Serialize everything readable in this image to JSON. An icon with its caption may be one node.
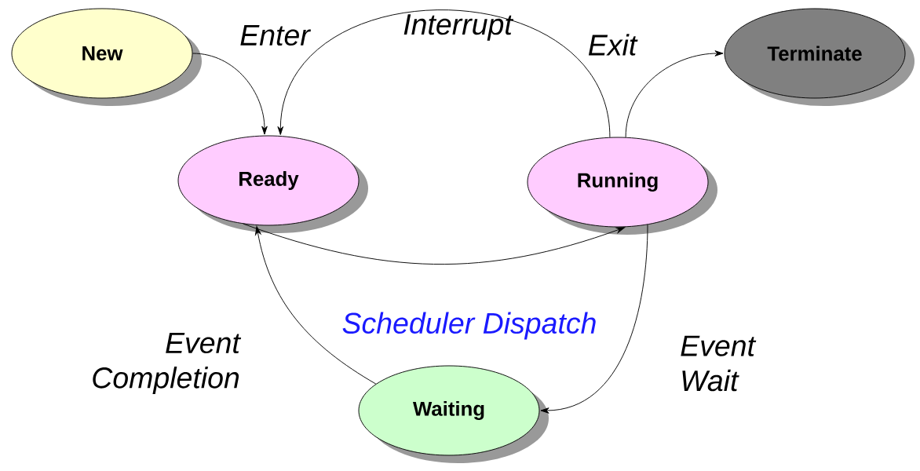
{
  "diagram": {
    "nodes": [
      {
        "text": [
          "New"
        ]
      },
      {
        "text": [
          "Terminate"
        ]
      },
      {
        "text": [
          "Ready"
        ]
      },
      {
        "text": [
          "Running"
        ]
      },
      {
        "text": [
          "Waiting"
        ]
      }
    ],
    "edges": [
      {
        "from": 0,
        "to": 2,
        "arrow": "to",
        "label": "Enter"
      },
      {
        "from": 3,
        "to": 2,
        "arrow": "to",
        "label": "Interrupt"
      },
      {
        "from": 3,
        "to": 1,
        "arrow": "to",
        "label": "Exit"
      },
      {
        "from": 2,
        "to": 3,
        "arrow": "to",
        "label": "Scheduler Dispatch"
      },
      {
        "from": 3,
        "to": 4,
        "arrow": "to",
        "label": "Event Wait"
      },
      {
        "from": 4,
        "to": 2,
        "arrow": "to",
        "label": "Event Completion"
      }
    ]
  }
}
